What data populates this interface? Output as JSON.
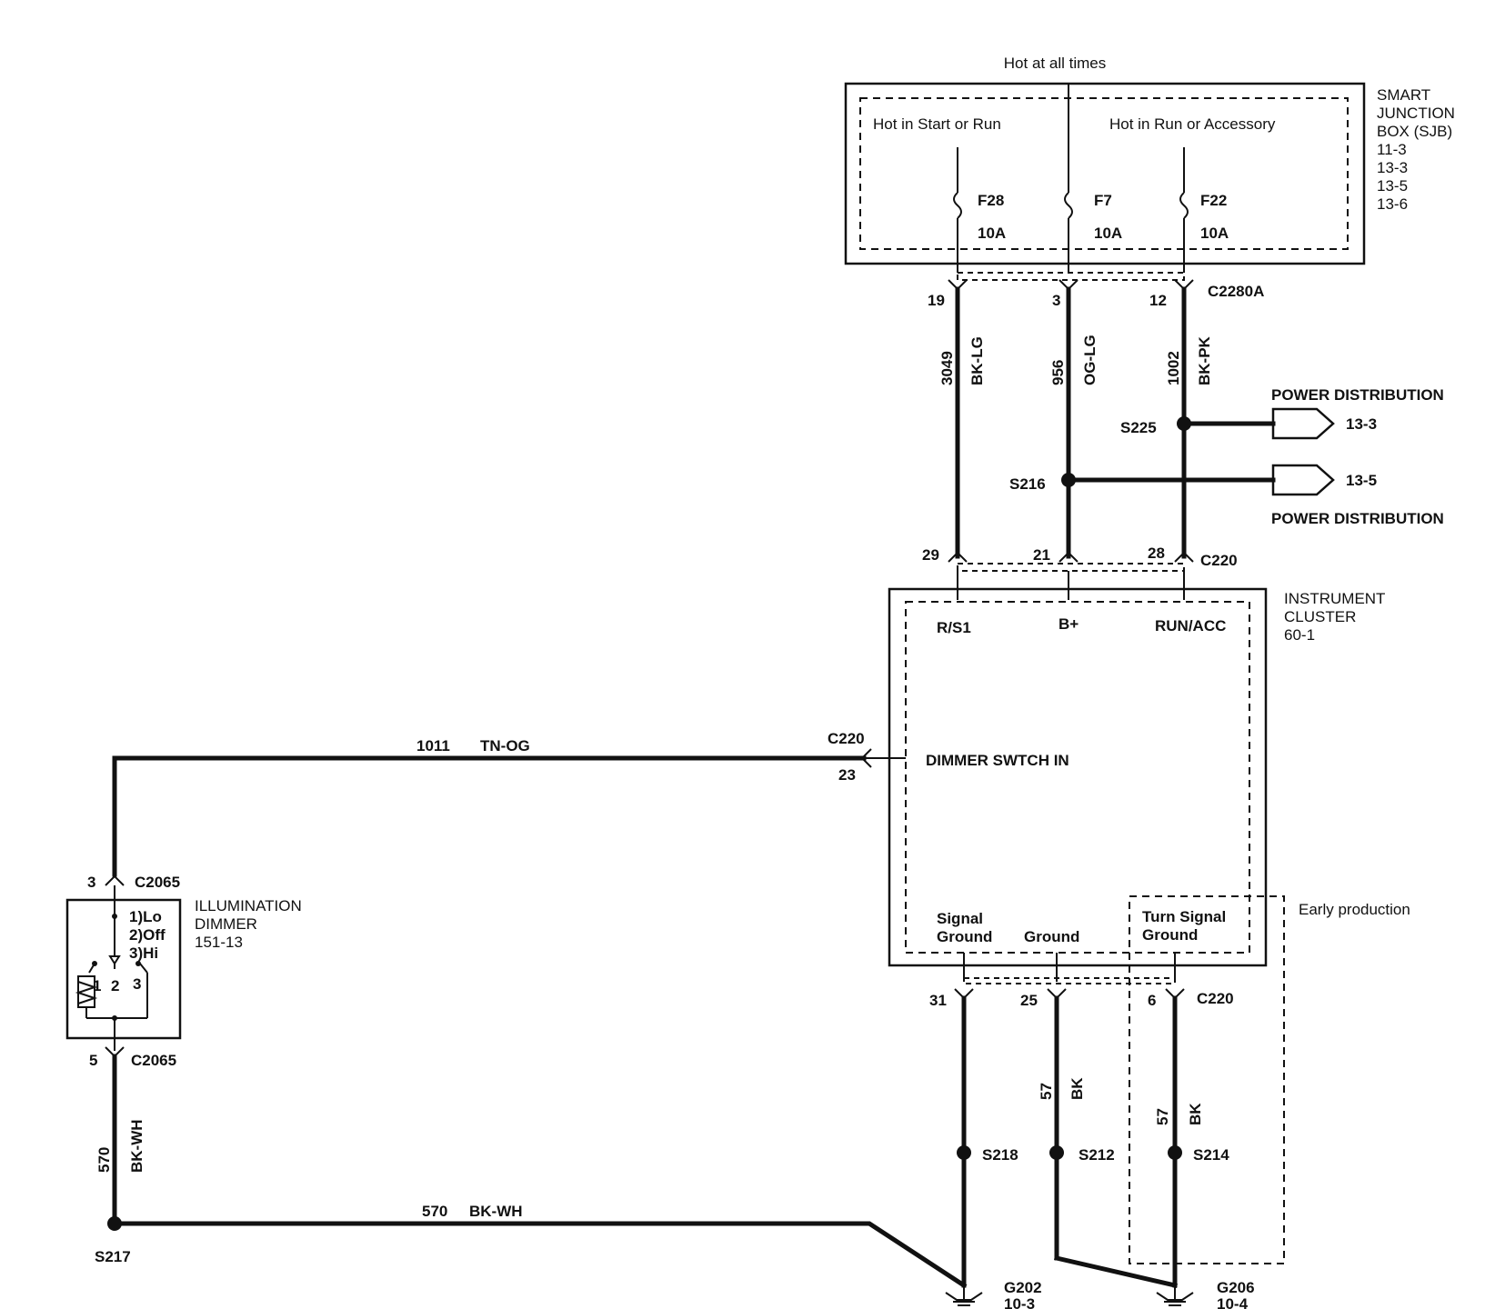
{
  "feed": {
    "label": "Hot at all times"
  },
  "sjb": {
    "title_lines": [
      "SMART",
      "JUNCTION",
      "BOX (SJB)",
      "11-3",
      "13-3",
      "13-5",
      "13-6"
    ],
    "zone_start_run": "Hot in Start or Run",
    "zone_run_acc": "Hot in Run or Accessory",
    "fuses": [
      {
        "id": "F28",
        "rating": "10A"
      },
      {
        "id": "F7",
        "rating": "10A"
      },
      {
        "id": "F22",
        "rating": "10A"
      }
    ],
    "connector": "C2280A",
    "pins": [
      "19",
      "3",
      "12"
    ]
  },
  "wires": {
    "w3049": {
      "circuit": "3049",
      "color": "BK-LG"
    },
    "w956": {
      "circuit": "956",
      "color": "OG-LG"
    },
    "w1002": {
      "circuit": "1002",
      "color": "BK-PK"
    },
    "w1011": {
      "circuit": "1011",
      "color": "TN-OG"
    },
    "w570_vert": {
      "circuit": "570",
      "color": "BK-WH"
    },
    "w570_horiz": {
      "circuit": "570",
      "color": "BK-WH"
    },
    "w57_a": {
      "circuit": "57",
      "color": "BK"
    },
    "w57_b": {
      "circuit": "57",
      "color": "BK"
    }
  },
  "power_distribution": {
    "top_label": "POWER DISTRIBUTION",
    "bottom_label": "POWER DISTRIBUTION",
    "ref_a": "13-3",
    "ref_b": "13-5"
  },
  "splices": {
    "s225": "S225",
    "s216": "S216",
    "s217": "S217",
    "s218": "S218",
    "s212": "S212",
    "s214": "S214"
  },
  "cluster": {
    "title_lines": [
      "INSTRUMENT",
      "CLUSTER",
      "60-1"
    ],
    "connector": "C220",
    "top_pins": [
      "29",
      "21",
      "28"
    ],
    "terminals": [
      "R/S1",
      "B+",
      "RUN/ACC"
    ],
    "dimmer_in": "DIMMER SWTCH IN",
    "dimmer_connector": "C220",
    "dimmer_pin": "23",
    "signal_ground": [
      "Signal",
      "Ground"
    ],
    "ground": "Ground",
    "turn_signal_ground": [
      "Turn Signal",
      "Ground"
    ],
    "bottom_pins": [
      "31",
      "25",
      "6"
    ],
    "bottom_connector": "C220",
    "early_production": "Early production"
  },
  "dimmer": {
    "title_lines": [
      "ILLUMINATION",
      "DIMMER",
      "151-13"
    ],
    "pin_top": "3",
    "connector_top": "C2065",
    "pin_bottom": "5",
    "connector_bottom": "C2065",
    "positions": [
      "1)Lo",
      "2)Off",
      "3)Hi"
    ],
    "contacts": [
      "1",
      "2",
      "3"
    ]
  },
  "grounds": {
    "g202": {
      "id": "G202",
      "ref": "10-3"
    },
    "g206": {
      "id": "G206",
      "ref": "10-4"
    }
  }
}
